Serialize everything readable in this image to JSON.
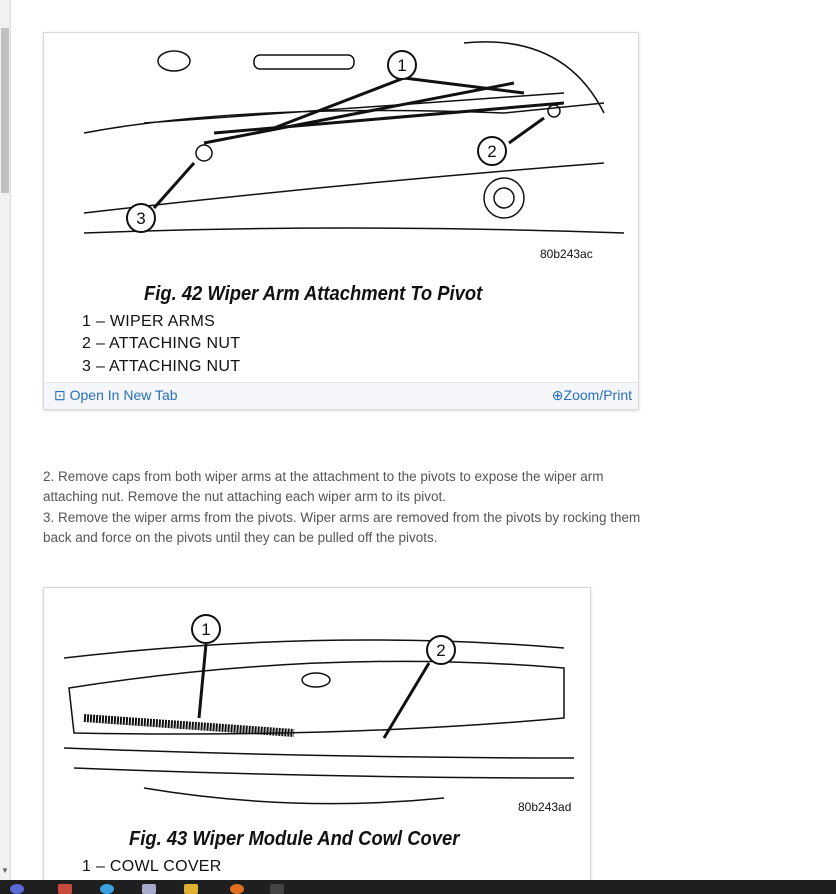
{
  "figures": [
    {
      "caption": "Fig. 42 Wiper Arm Attachment To Pivot",
      "code": "80b243ac",
      "legend": [
        "1 – WIPER ARMS",
        "2 – ATTACHING NUT",
        "3 – ATTACHING NUT"
      ],
      "open_label": "Open In New Tab",
      "zoom_label": "Zoom/Print",
      "callouts": [
        "1",
        "2",
        "3"
      ]
    },
    {
      "caption": "Fig. 43 Wiper Module And Cowl Cover",
      "code": "80b243ad",
      "legend": [
        "1 – COWL COVER"
      ],
      "callouts": [
        "1",
        "2"
      ]
    }
  ],
  "paragraphs": [
    " 2. Remove caps from both wiper arms at the attachment to the pivots to expose the wiper arm attaching nut. Remove the nut attaching each wiper arm to its pivot.",
    " 3. Remove the wiper arms from the pivots. Wiper arms are removed from the pivots by rocking them back and force on the pivots until they can be pulled off the pivots."
  ]
}
